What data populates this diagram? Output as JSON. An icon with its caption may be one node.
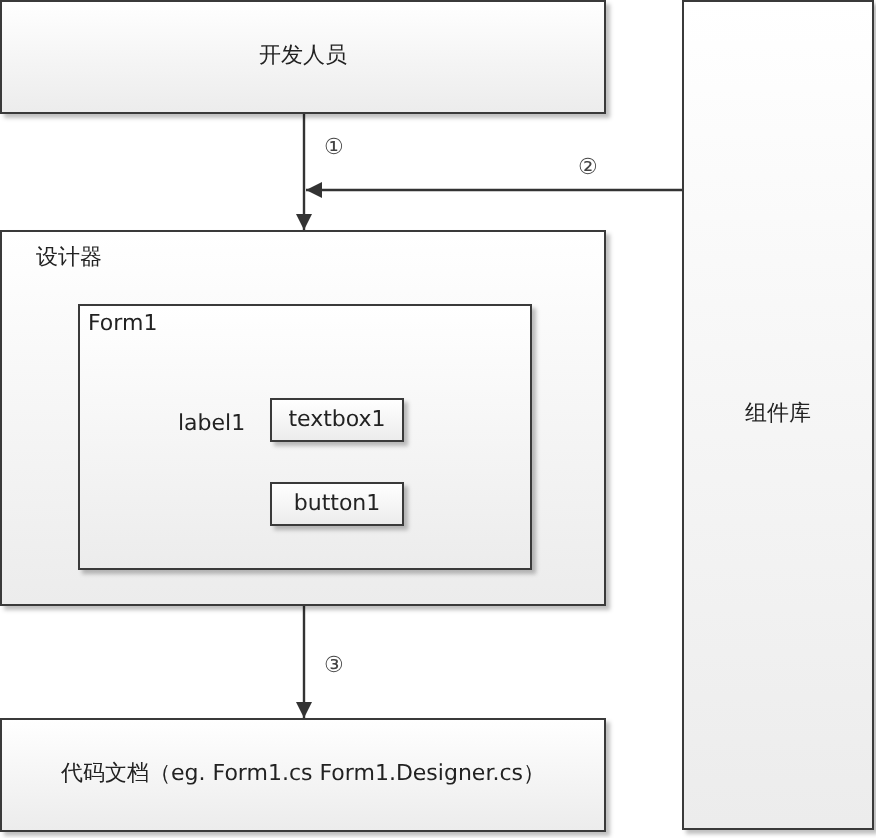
{
  "diagram": {
    "nodes": [
      {
        "text": [
          "开发人员"
        ]
      },
      {
        "text": [
          "设计器"
        ]
      },
      {
        "text": [
          "Form1"
        ],
        "in": 1
      },
      {
        "text": [
          "textbox1"
        ],
        "in": 2
      },
      {
        "text": [
          "button1"
        ],
        "in": 2
      },
      {
        "text": [
          "组件库"
        ]
      },
      {
        "text": [
          "代码文档（eg. Form1.cs Form1.Designer.cs）"
        ]
      }
    ],
    "edges": [
      {
        "from": 0,
        "to": 1,
        "arrow": "to",
        "label": "①"
      },
      {
        "from": 5,
        "to": 1,
        "arrow": "to",
        "label": "②"
      },
      {
        "from": 1,
        "to": 6,
        "arrow": "to",
        "label": "③"
      }
    ],
    "labels": [
      "label1"
    ]
  }
}
